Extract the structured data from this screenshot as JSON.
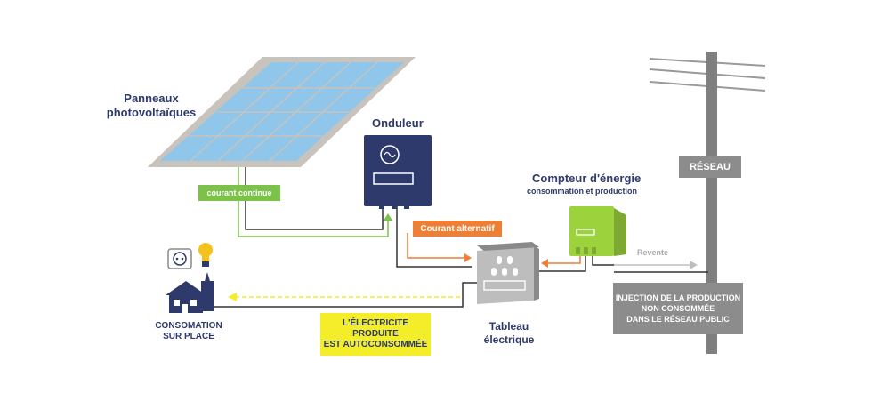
{
  "labels": {
    "panels": [
      "Panneaux",
      "photovoltaïques"
    ],
    "inverter": "Onduleur",
    "meter_title": "Compteur d'énergie",
    "meter_subtitle": "consommation et production",
    "grid": "RÉSEAU",
    "panel_board": [
      "Tableau",
      "électrique"
    ],
    "consumption": [
      "CONSOMATION",
      "SUR PLACE"
    ],
    "resale": "Revente"
  },
  "tags": {
    "direct_current": "courant continue",
    "alternating_current": "Courant alternatif",
    "self_consumed": [
      "L'ÉLECTRICITE PRODUITE",
      "EST AUTOCONSOMMÉE"
    ],
    "injection": [
      "INJECTION DE LA PRODUCTION",
      "NON CONSOMMÉE",
      "DANS LE RÉSEAU PUBLIC"
    ]
  },
  "colors": {
    "label_text": "#2d3a6b",
    "direct_current": "#7cc14a",
    "alternating_current": "#ee7f36",
    "self_consumed": "#f4ee2a",
    "grid_gray": "#8c8c8c",
    "panel_blue": "#8fc6ea",
    "panel_frame": "#c8c3bc",
    "inverter_navy": "#2d3a6b",
    "meter_green": "#9cd33c",
    "resale_arrow": "#bdbdbd"
  },
  "icons": [
    "solar-panel-icon",
    "inverter-icon",
    "energy-meter-icon",
    "electrical-panel-icon",
    "house-icon",
    "power-outlet-icon",
    "light-bulb-icon",
    "utility-pole-icon"
  ]
}
